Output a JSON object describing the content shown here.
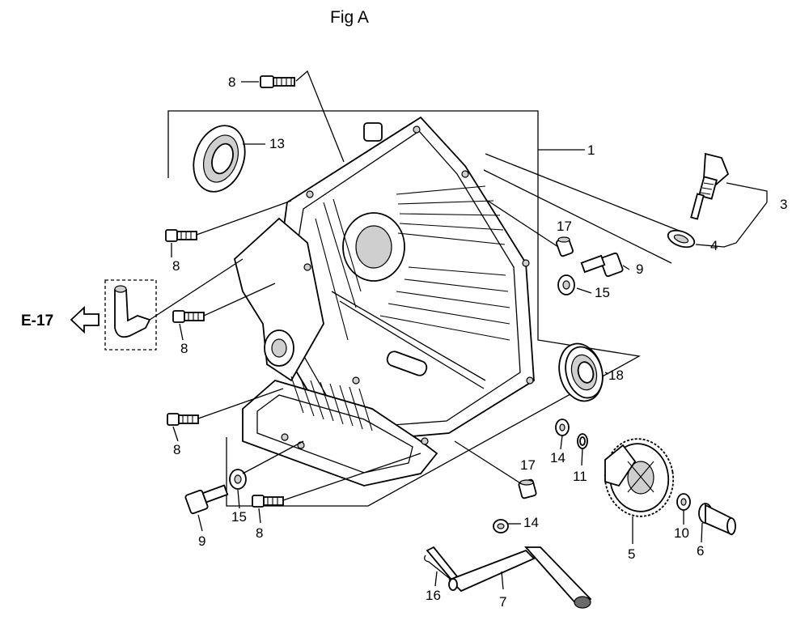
{
  "figure": {
    "title": "Fig A"
  },
  "external_ref": {
    "label": "E-17",
    "arrow_icon": "outline-arrow-left-icon"
  },
  "parts": [
    {
      "ref": "1",
      "name": "crankcase-cover"
    },
    {
      "ref": "3",
      "name": "oil-level-gauge"
    },
    {
      "ref": "4",
      "name": "o-ring"
    },
    {
      "ref": "5",
      "name": "governor-gear"
    },
    {
      "ref": "6",
      "name": "governor-shaft-pin"
    },
    {
      "ref": "7",
      "name": "governor-arm-shaft"
    },
    {
      "ref": "8",
      "name": "flange-bolt"
    },
    {
      "ref": "9",
      "name": "drain-bolt"
    },
    {
      "ref": "10",
      "name": "washer"
    },
    {
      "ref": "11",
      "name": "clip"
    },
    {
      "ref": "13",
      "name": "oil-seal"
    },
    {
      "ref": "14",
      "name": "washer"
    },
    {
      "ref": "15",
      "name": "sealing-washer"
    },
    {
      "ref": "16",
      "name": "pin"
    },
    {
      "ref": "17",
      "name": "dowel-pin"
    },
    {
      "ref": "18",
      "name": "radial-ball-bearing"
    }
  ],
  "labels": {
    "l1": "1",
    "l3": "3",
    "l4": "4",
    "l5": "5",
    "l6": "6",
    "l7": "7",
    "l8a": "8",
    "l8b": "8",
    "l8c": "8",
    "l8d": "8",
    "l8e": "8",
    "l9a": "9",
    "l9b": "9",
    "l10": "10",
    "l11": "11",
    "l13": "13",
    "l14a": "14",
    "l14b": "14",
    "l15a": "15",
    "l15b": "15",
    "l16": "16",
    "l17a": "17",
    "l17b": "17",
    "l18": "18"
  }
}
